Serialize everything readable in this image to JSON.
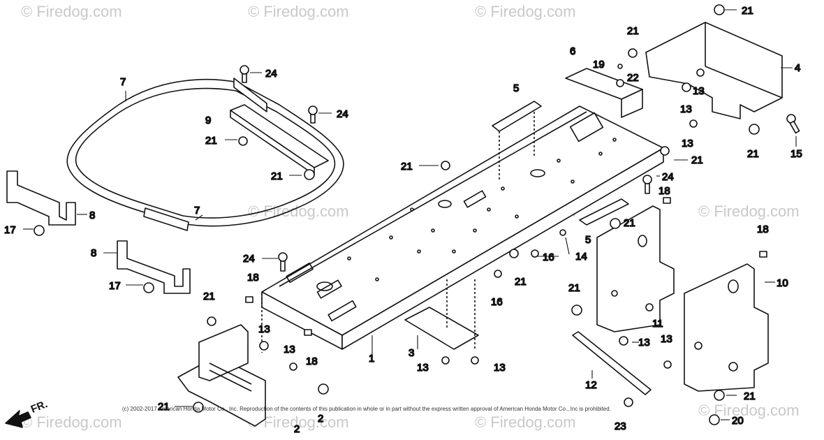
{
  "watermark": "© Firedog.com",
  "copyright": "(c) 2002-2017 American Honda Motor Co., Inc. Reproduction of the contents of this publication in whole or in part without the express written approval of American Honda Motor Co., Inc is prohibited.",
  "front_label": "FR.",
  "callouts": [
    {
      "id": "c21a",
      "text": "21"
    },
    {
      "id": "c21b",
      "text": "21"
    },
    {
      "id": "c4",
      "text": "4"
    },
    {
      "id": "c6",
      "text": "6"
    },
    {
      "id": "c19",
      "text": "19"
    },
    {
      "id": "c22",
      "text": "22"
    },
    {
      "id": "c13a",
      "text": "13"
    },
    {
      "id": "c13b",
      "text": "13"
    },
    {
      "id": "c13c",
      "text": "13"
    },
    {
      "id": "c21c",
      "text": "21"
    },
    {
      "id": "c15",
      "text": "15"
    },
    {
      "id": "c21d",
      "text": "21"
    },
    {
      "id": "c7a",
      "text": "7"
    },
    {
      "id": "c24a",
      "text": "24"
    },
    {
      "id": "c9",
      "text": "9"
    },
    {
      "id": "c24b",
      "text": "24"
    },
    {
      "id": "c21e",
      "text": "21"
    },
    {
      "id": "c21f",
      "text": "21"
    },
    {
      "id": "c5a",
      "text": "5"
    },
    {
      "id": "c21g",
      "text": "21"
    },
    {
      "id": "c24c",
      "text": "24"
    },
    {
      "id": "c18a",
      "text": "18"
    },
    {
      "id": "c8a",
      "text": "8"
    },
    {
      "id": "c17a",
      "text": "17"
    },
    {
      "id": "c7b",
      "text": "7"
    },
    {
      "id": "c21h",
      "text": "21"
    },
    {
      "id": "c5b",
      "text": "5"
    },
    {
      "id": "c18b",
      "text": "18"
    },
    {
      "id": "c8b",
      "text": "8"
    },
    {
      "id": "c24d",
      "text": "24"
    },
    {
      "id": "c16a",
      "text": "16"
    },
    {
      "id": "c14",
      "text": "14"
    },
    {
      "id": "c21i",
      "text": "21"
    },
    {
      "id": "c17b",
      "text": "17"
    },
    {
      "id": "c18c",
      "text": "18"
    },
    {
      "id": "c10",
      "text": "10"
    },
    {
      "id": "c21j",
      "text": "21"
    },
    {
      "id": "c16b",
      "text": "16"
    },
    {
      "id": "c21k",
      "text": "21"
    },
    {
      "id": "c11",
      "text": "11"
    },
    {
      "id": "c13d",
      "text": "13"
    },
    {
      "id": "c13e",
      "text": "13"
    },
    {
      "id": "c18d",
      "text": "18"
    },
    {
      "id": "c1",
      "text": "1"
    },
    {
      "id": "c13f",
      "text": "13"
    },
    {
      "id": "c3",
      "text": "3"
    },
    {
      "id": "c13g",
      "text": "13"
    },
    {
      "id": "c13h",
      "text": "13"
    },
    {
      "id": "c13i",
      "text": "13"
    },
    {
      "id": "c12",
      "text": "12"
    },
    {
      "id": "c21l",
      "text": "21"
    },
    {
      "id": "c2",
      "text": "2"
    },
    {
      "id": "c2b",
      "text": "2"
    },
    {
      "id": "c21m",
      "text": "21"
    },
    {
      "id": "c23",
      "text": "23"
    },
    {
      "id": "c20",
      "text": "20"
    }
  ]
}
